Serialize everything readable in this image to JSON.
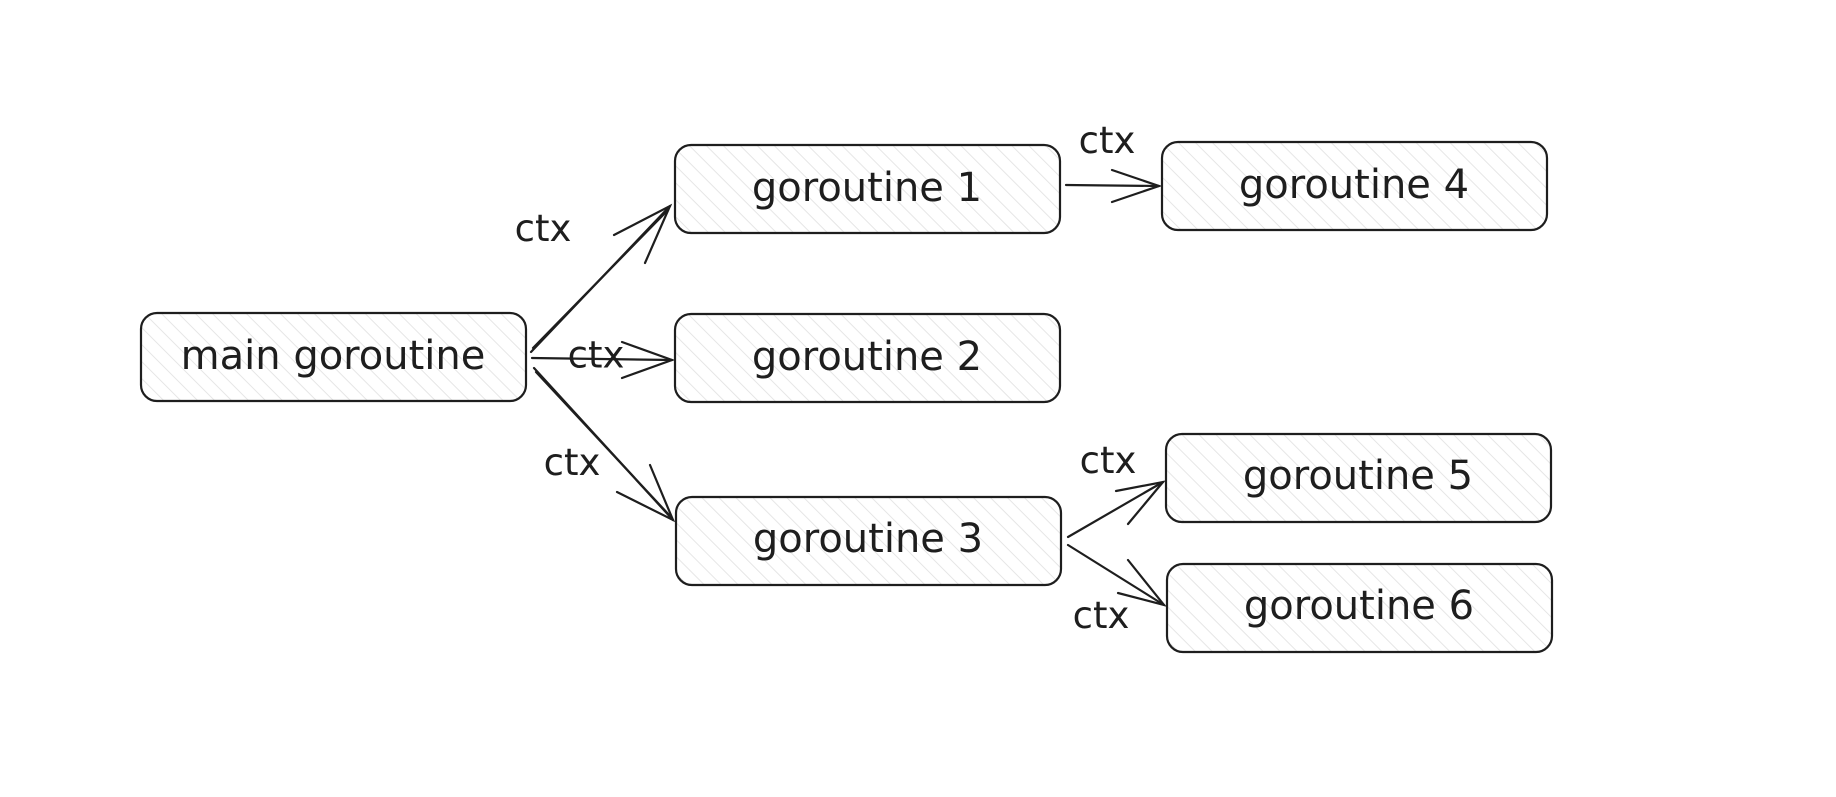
{
  "nodes": {
    "main": {
      "label": "main goroutine"
    },
    "g1": {
      "label": "goroutine 1"
    },
    "g2": {
      "label": "goroutine 2"
    },
    "g3": {
      "label": "goroutine 3"
    },
    "g4": {
      "label": "goroutine 4"
    },
    "g5": {
      "label": "goroutine 5"
    },
    "g6": {
      "label": "goroutine 6"
    }
  },
  "edges": [
    {
      "from": "main goroutine",
      "to": "goroutine 1",
      "label": "ctx"
    },
    {
      "from": "main goroutine",
      "to": "goroutine 2",
      "label": "ctx"
    },
    {
      "from": "main goroutine",
      "to": "goroutine 3",
      "label": "ctx"
    },
    {
      "from": "goroutine 1",
      "to": "goroutine 4",
      "label": "ctx"
    },
    {
      "from": "goroutine 3",
      "to": "goroutine 5",
      "label": "ctx"
    },
    {
      "from": "goroutine 3",
      "to": "goroutine 6",
      "label": "ctx"
    }
  ]
}
